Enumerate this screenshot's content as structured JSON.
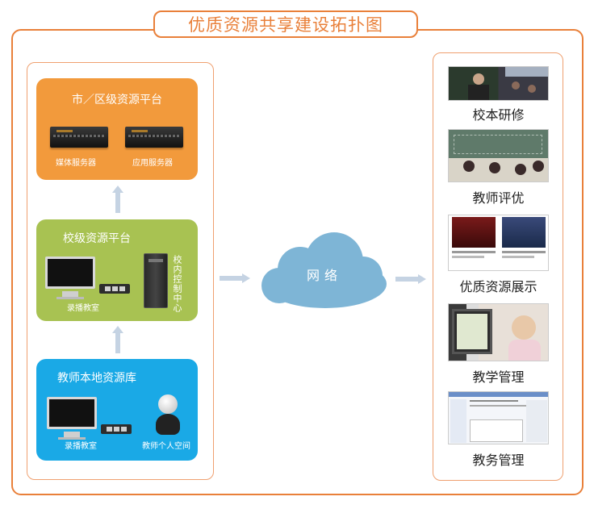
{
  "title": "优质资源共享建设拓扑图",
  "left": {
    "city_platform": {
      "title": "市／区级资源平台",
      "media_server": "媒体服务器",
      "app_server": "应用服务器"
    },
    "school_platform": {
      "title": "校级资源平台",
      "recording_room": "录播教室",
      "control_center": "校内控制中心"
    },
    "teacher_library": {
      "title": "教师本地资源库",
      "recording_room": "录播教室",
      "personal_space": "教师个人空间"
    }
  },
  "network": {
    "label": "网络"
  },
  "right": {
    "items": [
      {
        "label": "校本研修"
      },
      {
        "label": "教师评优"
      },
      {
        "label": "优质资源展示"
      },
      {
        "label": "教学管理"
      },
      {
        "label": "教务管理"
      }
    ]
  },
  "colors": {
    "frame": "#e9803a",
    "city_panel": "#f29a3c",
    "school_panel": "#a8c252",
    "teacher_panel": "#1aa9e6",
    "cloud": "#7eb5d6",
    "arrow": "#c5d3e3"
  }
}
